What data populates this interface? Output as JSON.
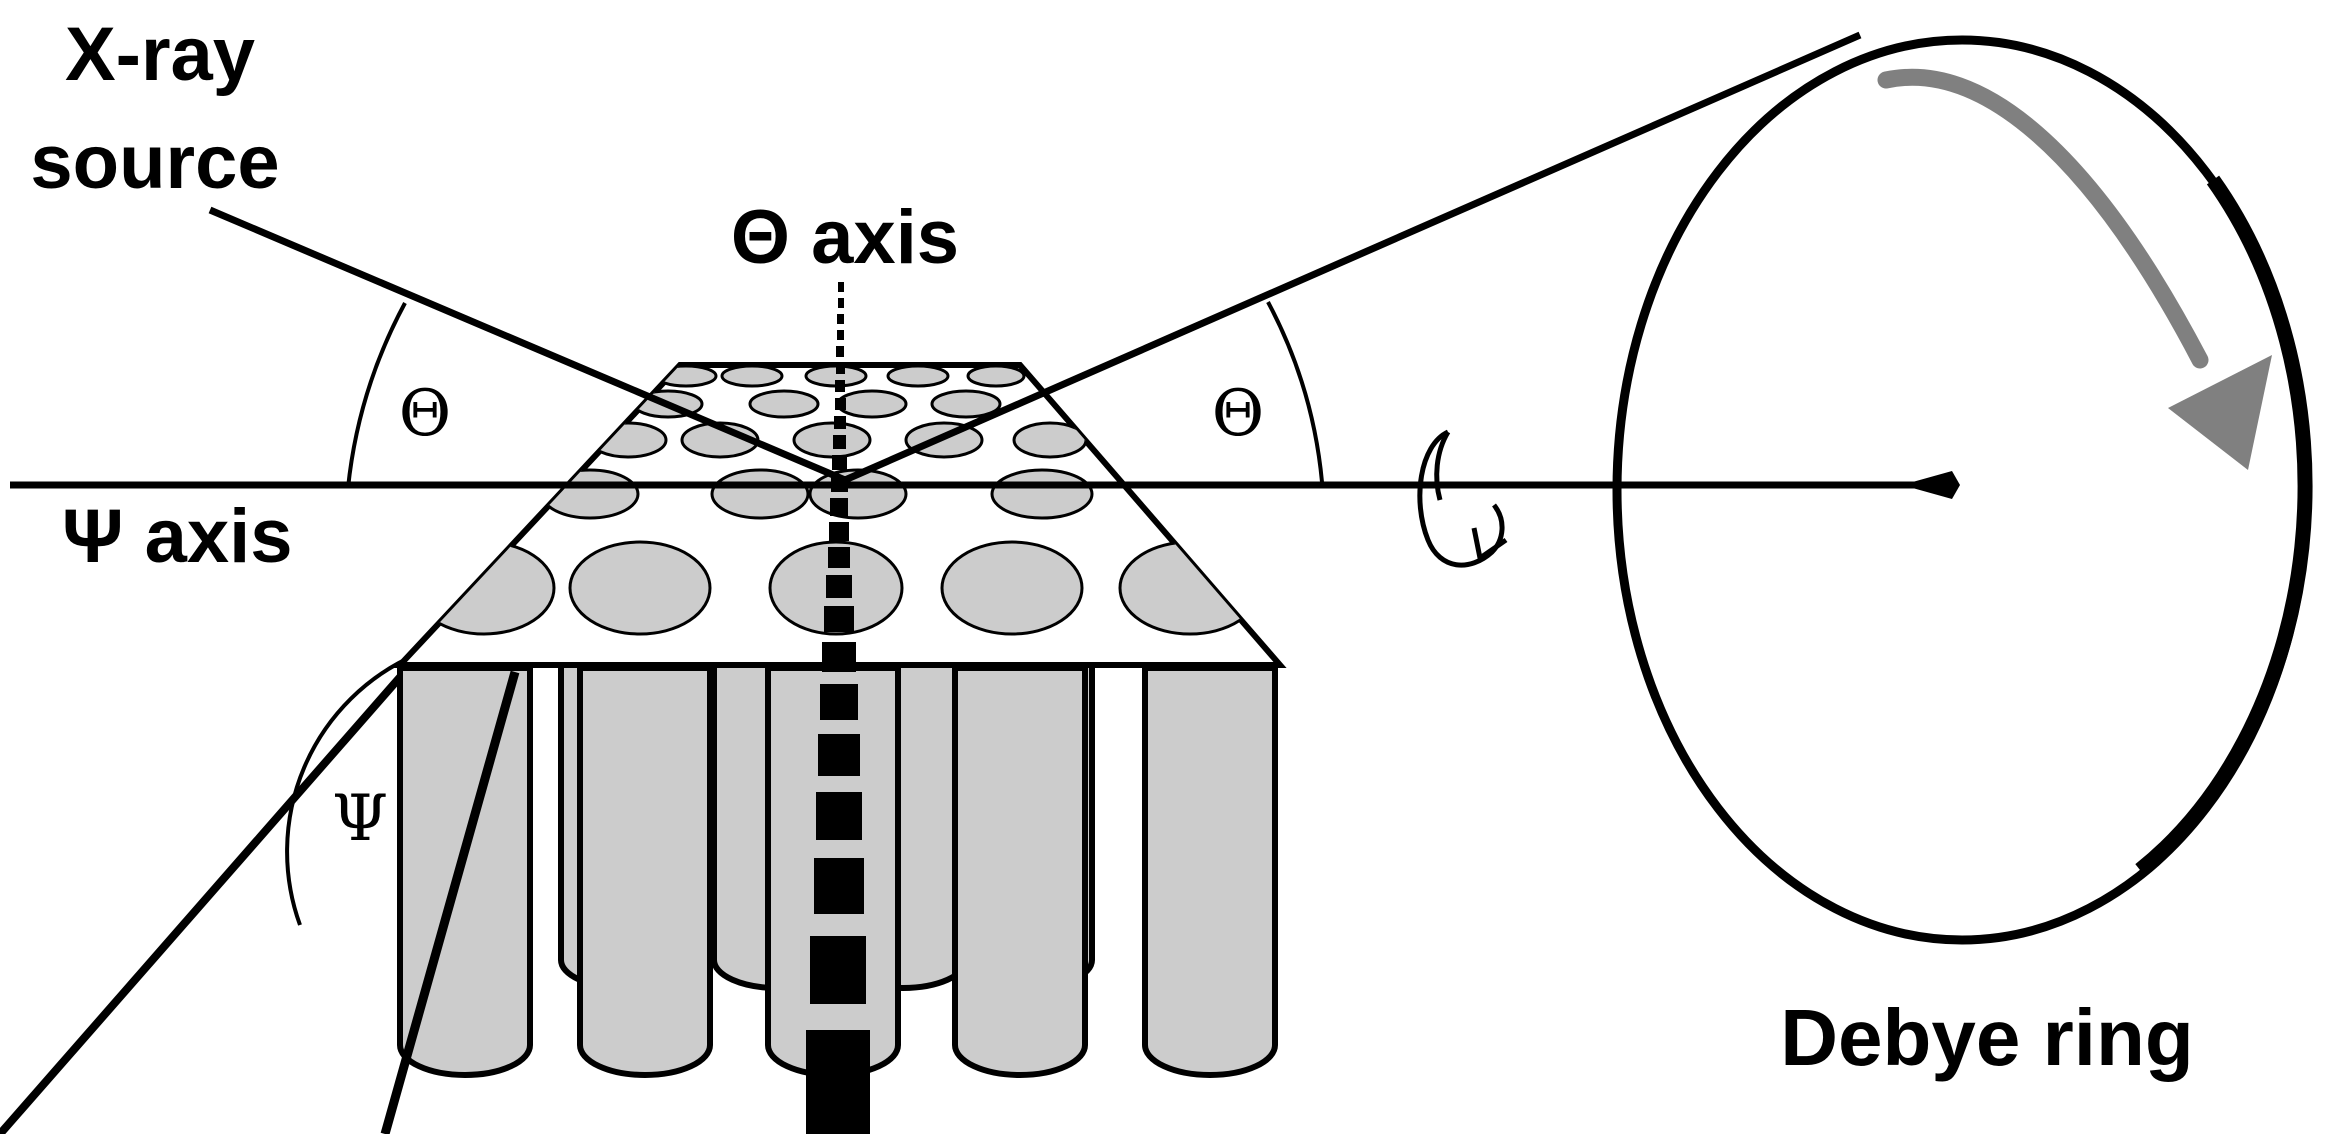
{
  "labels": {
    "source_line1": "X-ray",
    "source_line2": "source",
    "theta_axis": "Θ axis",
    "psi_axis": "Ψ axis",
    "theta_left": "Θ",
    "theta_right": "Θ",
    "psi_angle": "Ψ",
    "debye_ring": "Debye ring"
  },
  "colors": {
    "ink": "#000000",
    "pore_fill": "#cccccc",
    "arrow_gray": "#808080",
    "background": "#ffffff"
  }
}
